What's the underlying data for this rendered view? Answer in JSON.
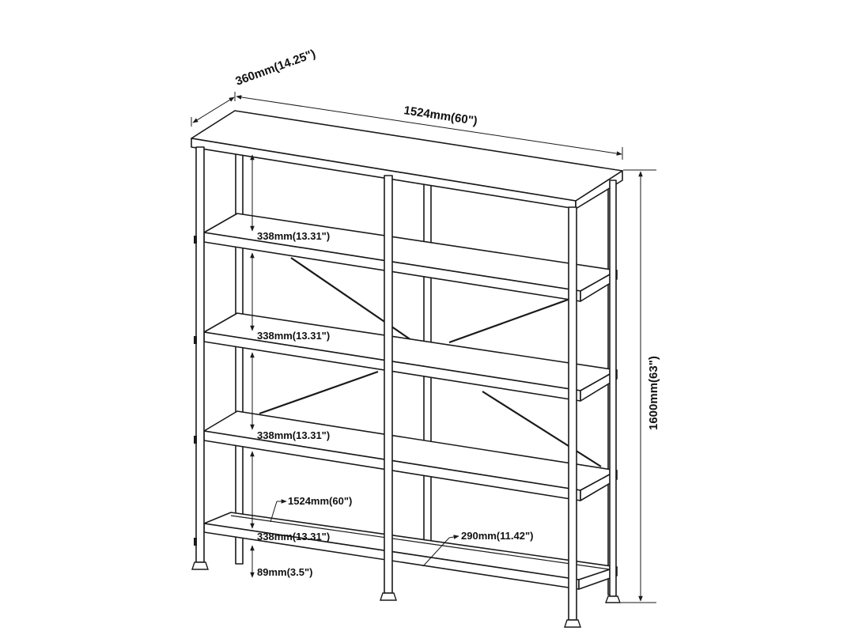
{
  "dimensions": {
    "depth": "360mm(14.25\")",
    "width_top": "1524mm(60\")",
    "height": "1600mm(63\")",
    "shelf_gap_1": "338mm(13.31\")",
    "shelf_gap_2": "338mm(13.31\")",
    "shelf_gap_3": "338mm(13.31\")",
    "shelf_gap_4": "338mm(13.31\")",
    "width_bottom": "1524mm(60\")",
    "bottom_depth": "290mm(11.42\")",
    "floor_clearance": "89mm(3.5\")"
  }
}
